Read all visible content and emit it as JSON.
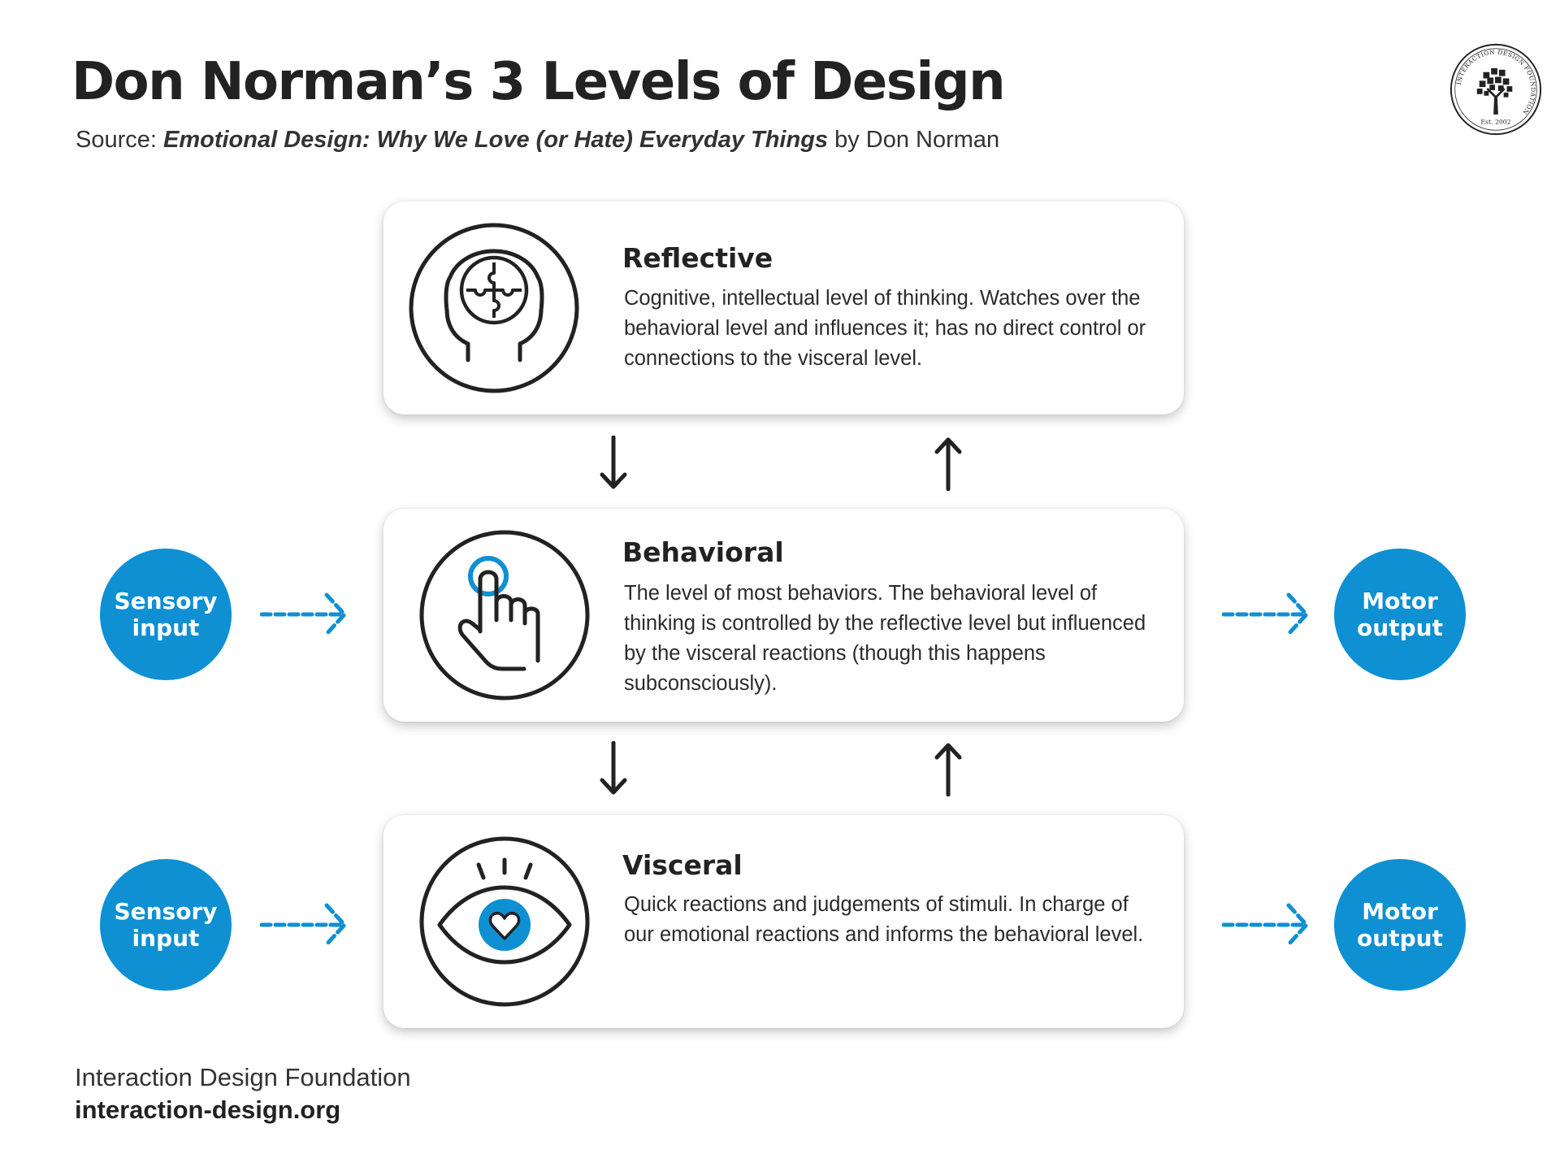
{
  "header": {
    "title": "Don Norman’s 3 Levels of Design",
    "source_prefix": "Source: ",
    "source_book": "Emotional Design: Why We Love (or Hate) Everyday Things",
    "source_suffix": " by Don Norman"
  },
  "logo": {
    "ring_text": "INTERACTION DESIGN FOUNDATION",
    "est": "Est. 2002",
    "icon": "tree-logo-icon"
  },
  "levels": [
    {
      "title": "Reflective",
      "description": "Cognitive, intellectual level of thinking. Watches over the behavioral level and influences it; has no direct control or connections to the visceral level.",
      "icon": "head-puzzle-icon"
    },
    {
      "title": "Behavioral",
      "description": "The level of most behaviors. The behavioral level of thinking is controlled by the reflective level but influenced by the visceral reactions (though this happens subconsciously).",
      "icon": "hand-pointer-icon"
    },
    {
      "title": "Visceral",
      "description": "Quick reactions and judgements of stimuli. In charge of our emotional reactions and informs the behavioral level.",
      "icon": "eye-heart-icon"
    }
  ],
  "inputs": {
    "sensory": "Sensory input",
    "motor": "Motor output"
  },
  "footer": {
    "org": "Interaction Design Foundation",
    "url": "interaction-design.org"
  },
  "colors": {
    "accent": "#0e90d2",
    "text": "#222222",
    "background": "#ffffff"
  }
}
